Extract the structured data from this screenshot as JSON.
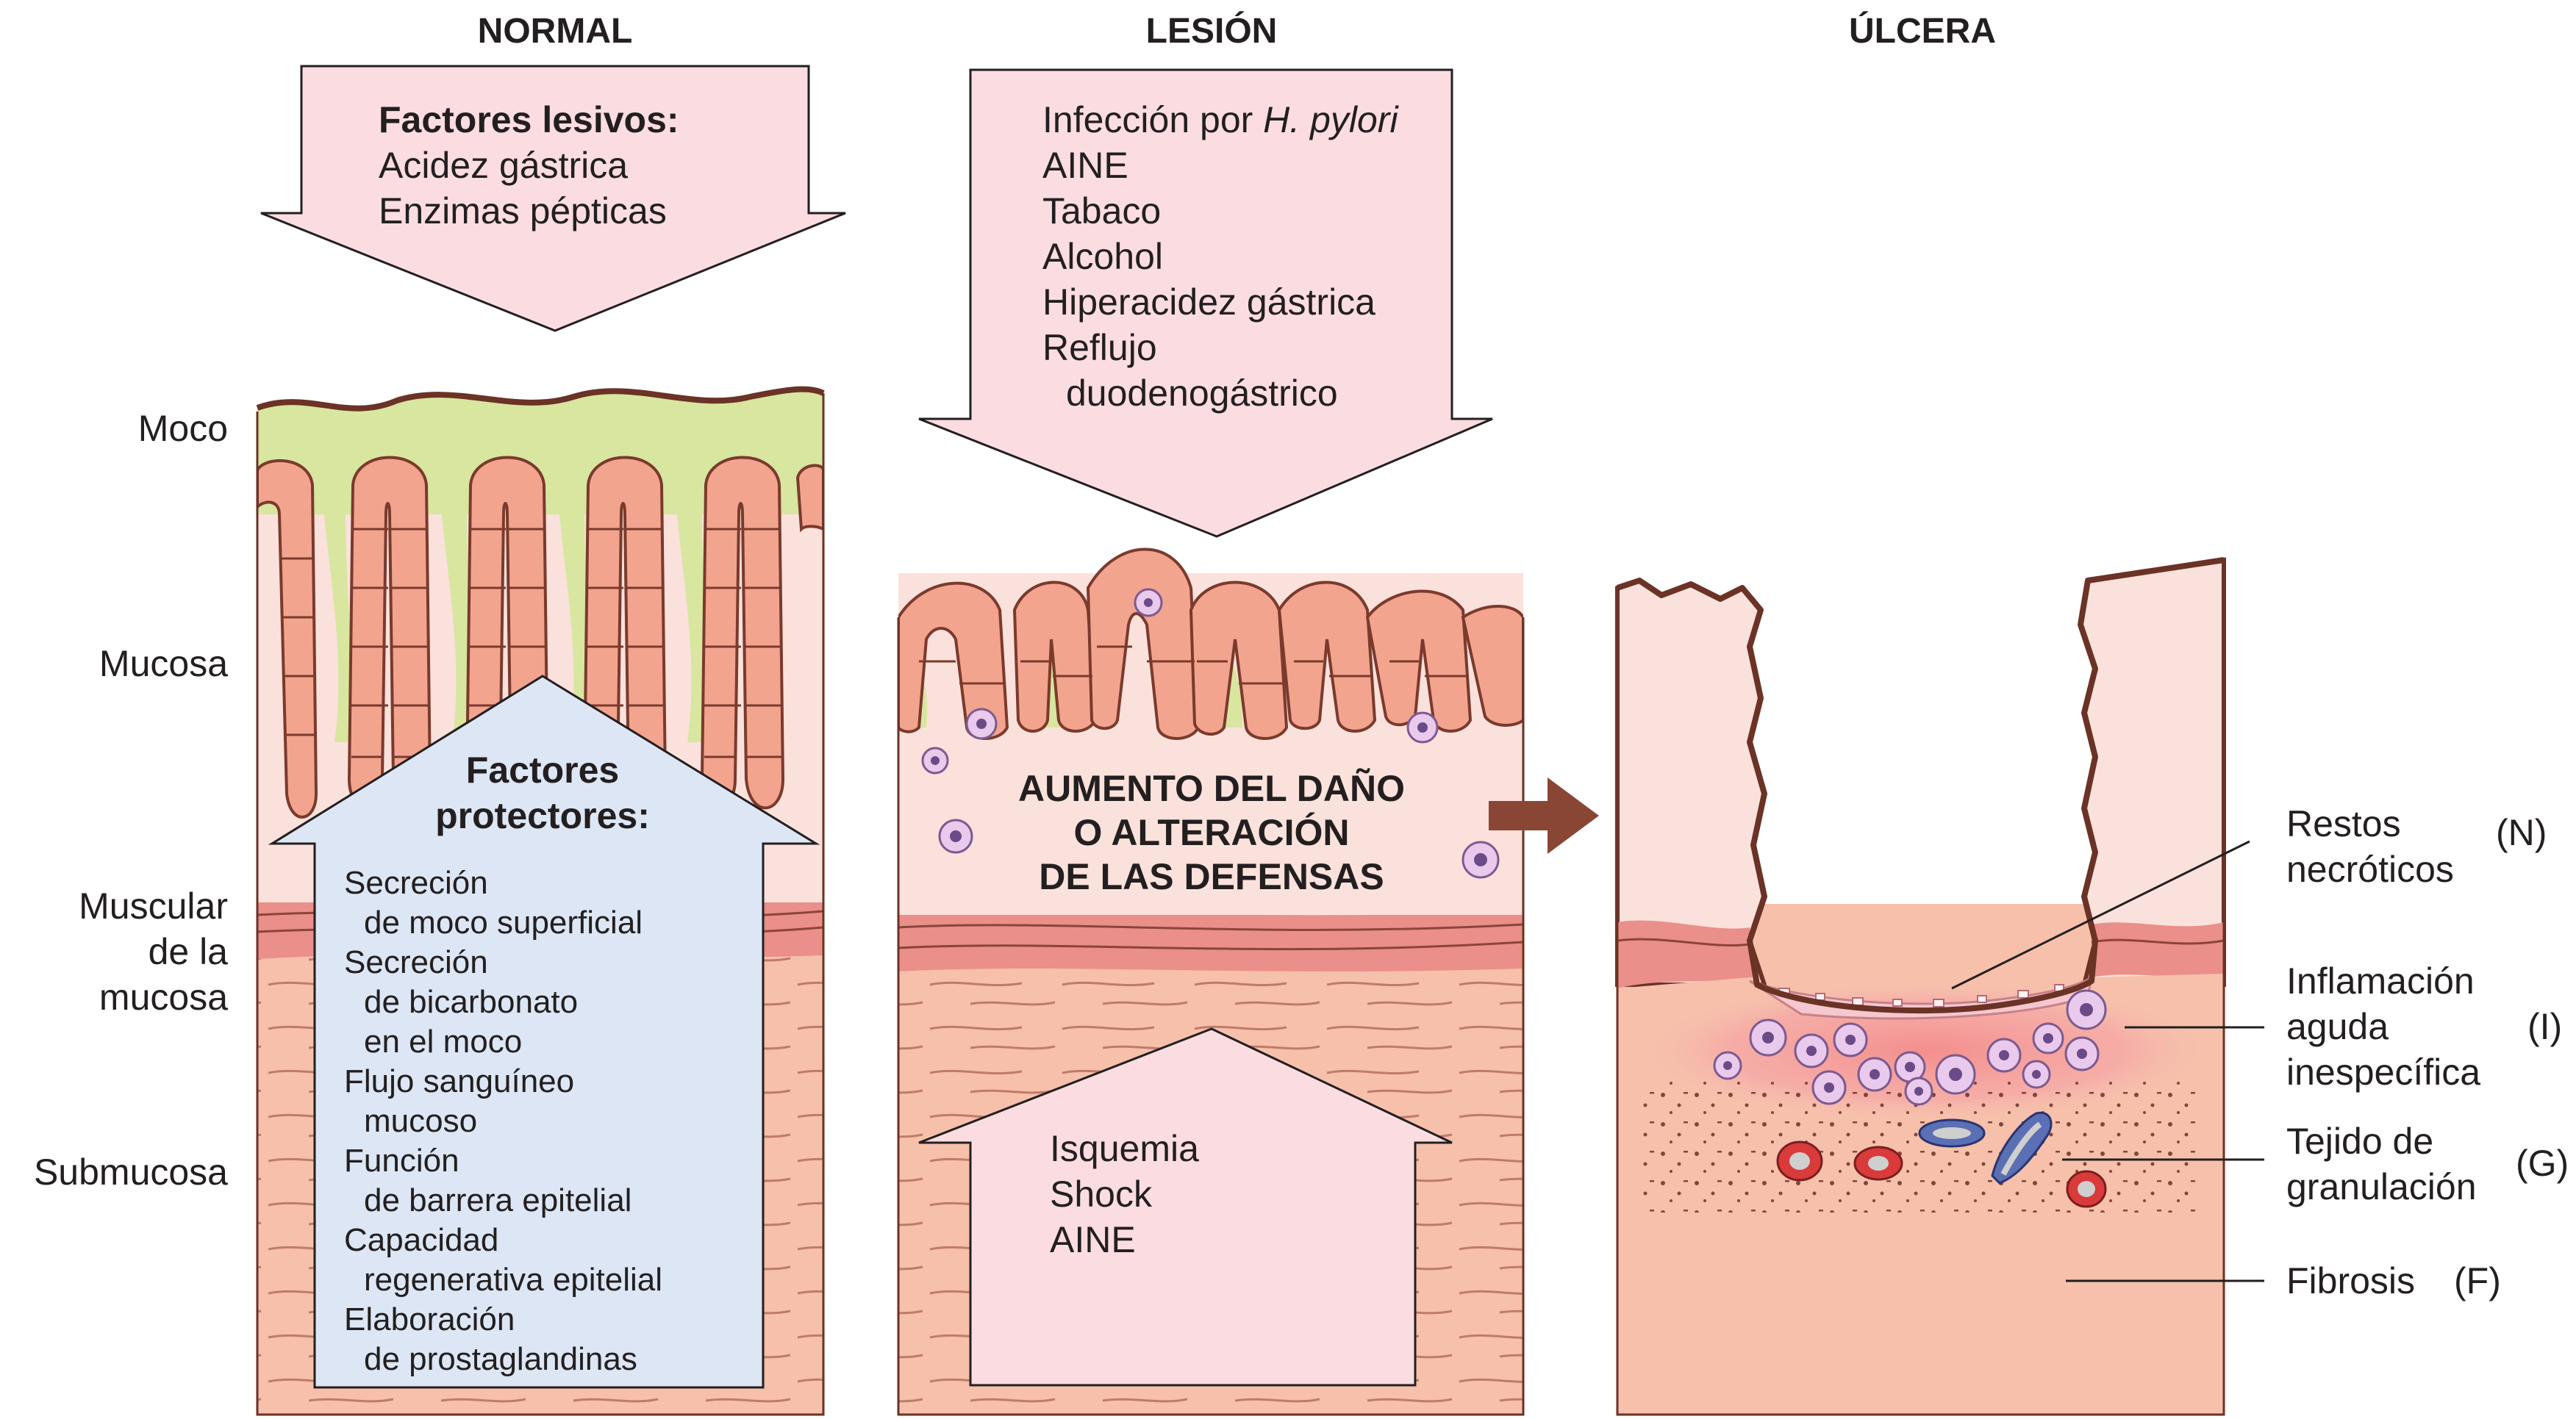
{
  "titles": {
    "normal": "NORMAL",
    "lesion": "LESIÓN",
    "ulcer": "ÚLCERA"
  },
  "layers": {
    "moco": "Moco",
    "mucosa": "Mucosa",
    "muscular_1": "Muscular",
    "muscular_2": "de la",
    "muscular_3": "mucosa",
    "submucosa": "Submucosa"
  },
  "harmful": {
    "heading": "Factores lesivos:",
    "items": [
      "Acidez gástrica",
      "Enzimas pépticas"
    ]
  },
  "protective": {
    "heading_1": "Factores",
    "heading_2": "protectores:",
    "lines": [
      "Secreción",
      "de moco superficial",
      "Secreción",
      "de bicarbonato",
      "en el moco",
      "Flujo sanguíneo",
      "mucoso",
      "Función",
      "de barrera epitelial",
      "Capacidad",
      "regenerativa epitelial",
      "Elaboración",
      "de prostaglandinas"
    ]
  },
  "lesion_top": {
    "line_1_prefix": "Infección por ",
    "line_1_italic": "H. pylori",
    "lines": [
      "AINE",
      "Tabaco",
      "Alcohol",
      "Hiperacidez gástrica",
      "Reflujo",
      "duodenogástrico"
    ]
  },
  "lesion_middle": {
    "lines": [
      "AUMENTO DEL DAÑO",
      "O ALTERACIÓN",
      "DE LAS DEFENSAS"
    ]
  },
  "lesion_bottom": {
    "lines": [
      "Isquemia",
      "Shock",
      "AINE"
    ]
  },
  "ulcer_labels": {
    "necrotic_1": "Restos",
    "necrotic_2": "necróticos",
    "necrotic_code": "(N)",
    "inflam_1": "Inflamación",
    "inflam_2": "aguda",
    "inflam_3": "inespecífica",
    "inflam_code": "(I)",
    "gran_1": "Tejido de",
    "gran_2": "granulación",
    "gran_code": "(G)",
    "fibrosis": "Fibrosis",
    "fibrosis_code": "(F)"
  },
  "colors": {
    "mucus": "#d8e6a0",
    "mucosa": "#fbe1dc",
    "epithelium": "#f2a48f",
    "muscularis": "#ea8f89",
    "submucosa": "#f6c0ab",
    "harmful_arrow": "#fbdde1",
    "protective_arrow": "#dde6f4",
    "flow_arrow": "#8a4634",
    "inflammation": "#f4a0a0",
    "outline": "#6b3226"
  }
}
